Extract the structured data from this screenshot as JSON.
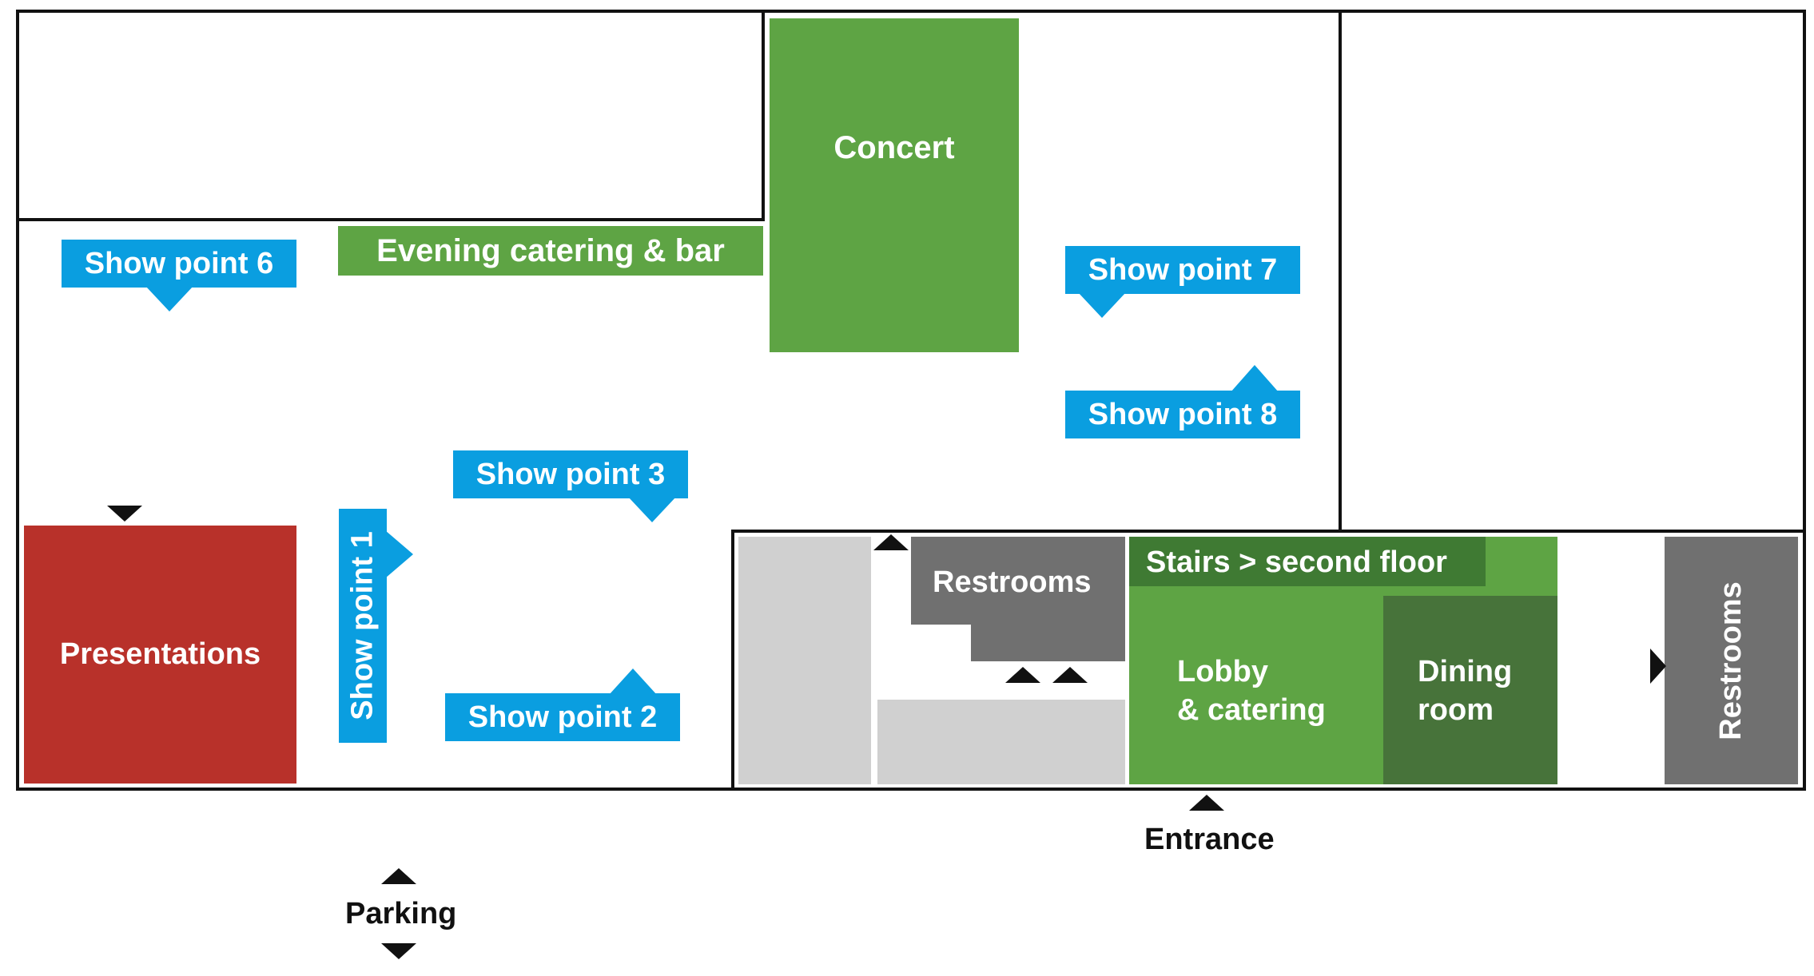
{
  "colors": {
    "wall": "#111111",
    "show_point": "#0a9ee0",
    "room_green": "#5ea444",
    "room_green_mid": "#5ea444",
    "stairs_dark_green": "#3f7a33",
    "dining_dark_green": "#47733a",
    "presentations_red": "#b8312a",
    "restrooms_gray": "#707070",
    "light_gray": "#d0d0d0"
  },
  "rooms": {
    "concert": "Concert",
    "evening_catering": "Evening catering & bar",
    "presentations": "Presentations",
    "restrooms_left": "Restrooms",
    "stairs": "Stairs > second floor",
    "lobby_line1": "Lobby",
    "lobby_line2": "& catering",
    "dining_line1": "Dining",
    "dining_line2": "room",
    "restrooms_right": "Restrooms"
  },
  "show_points": {
    "sp1": "Show point 1",
    "sp2": "Show point 2",
    "sp3": "Show point 3",
    "sp6": "Show point 6",
    "sp7": "Show point 7",
    "sp8": "Show point 8"
  },
  "labels": {
    "entrance": "Entrance",
    "parking": "Parking"
  },
  "icons": {
    "arrow_up": "up-arrow-icon",
    "arrow_down": "down-arrow-icon",
    "arrow_right": "right-arrow-icon"
  }
}
